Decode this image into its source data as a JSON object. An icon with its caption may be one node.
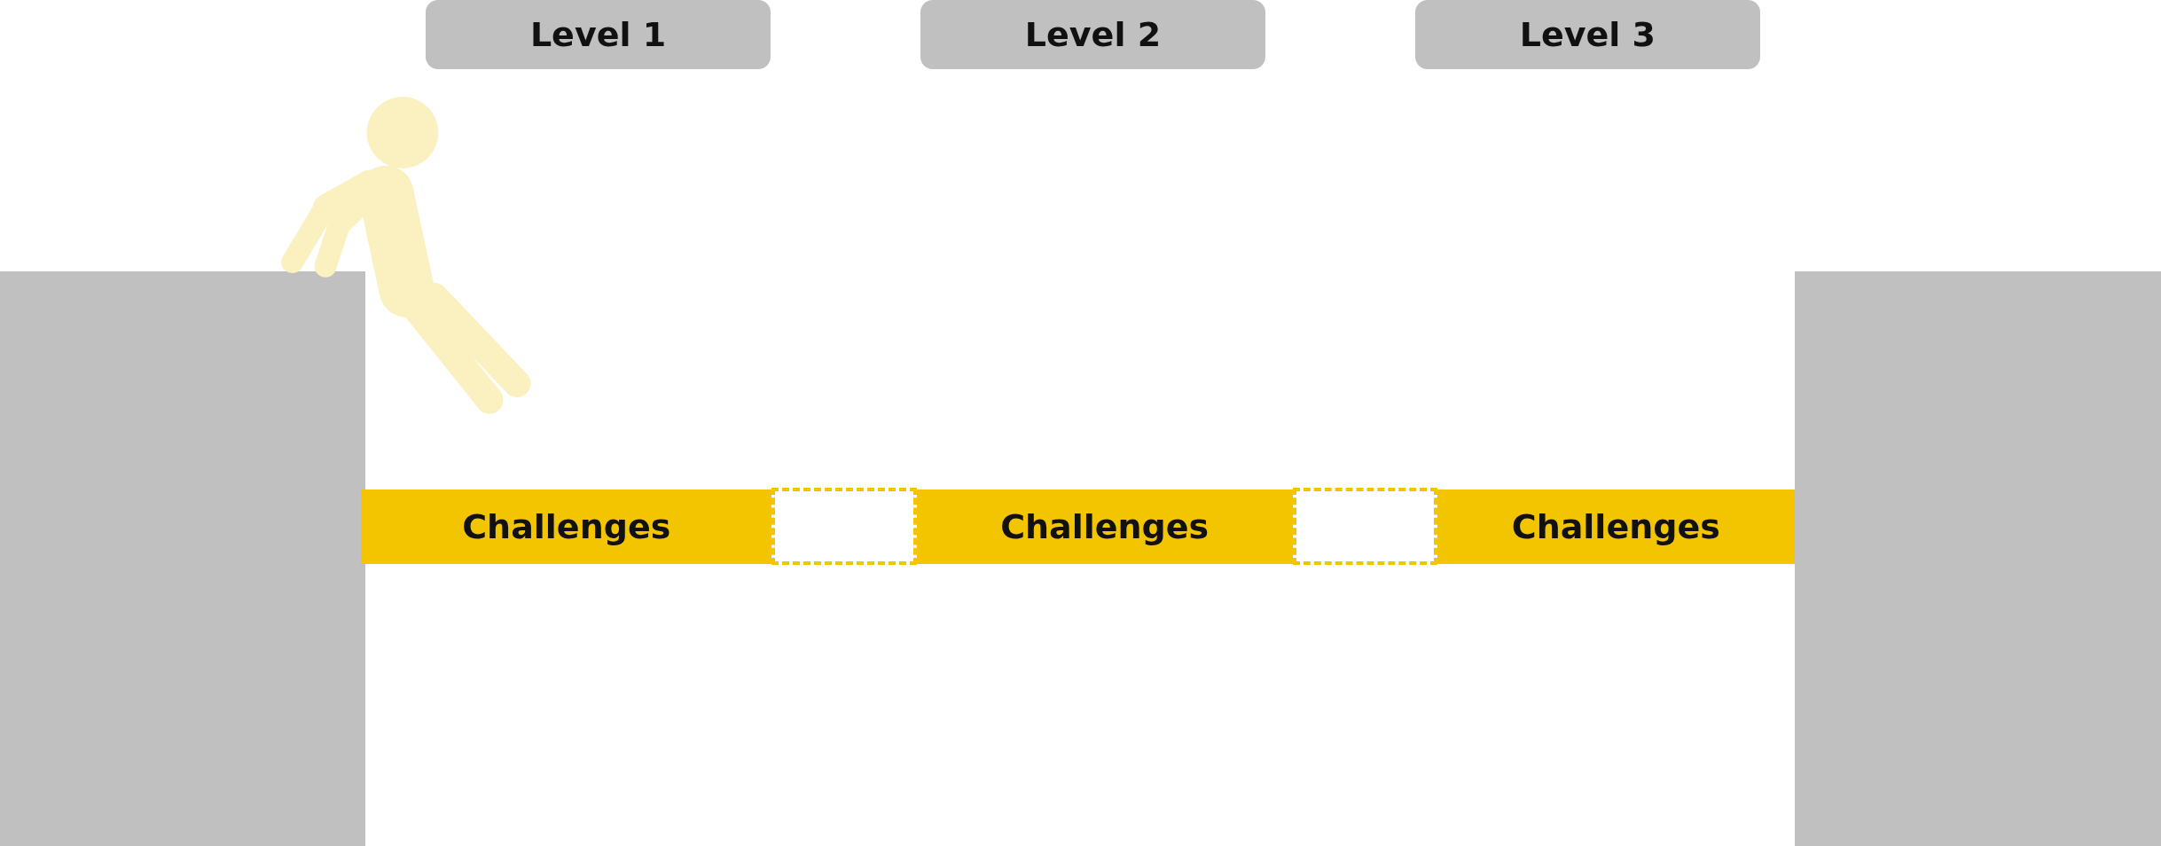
{
  "diagram": {
    "nodes": [
      {
        "text": [
          "Level 1"
        ]
      },
      {
        "text": [
          "Level 2"
        ]
      },
      {
        "text": [
          "Level 3"
        ]
      },
      {
        "text": [],
        "shape": "box"
      },
      {
        "text": [
          "Challenges"
        ]
      },
      {
        "text": [],
        "shape": "box"
      },
      {
        "text": [
          "Challenges"
        ]
      },
      {
        "text": [],
        "shape": "box"
      },
      {
        "text": [
          "Challenges"
        ]
      },
      {
        "text": [],
        "shape": "box"
      }
    ],
    "edges": []
  }
}
